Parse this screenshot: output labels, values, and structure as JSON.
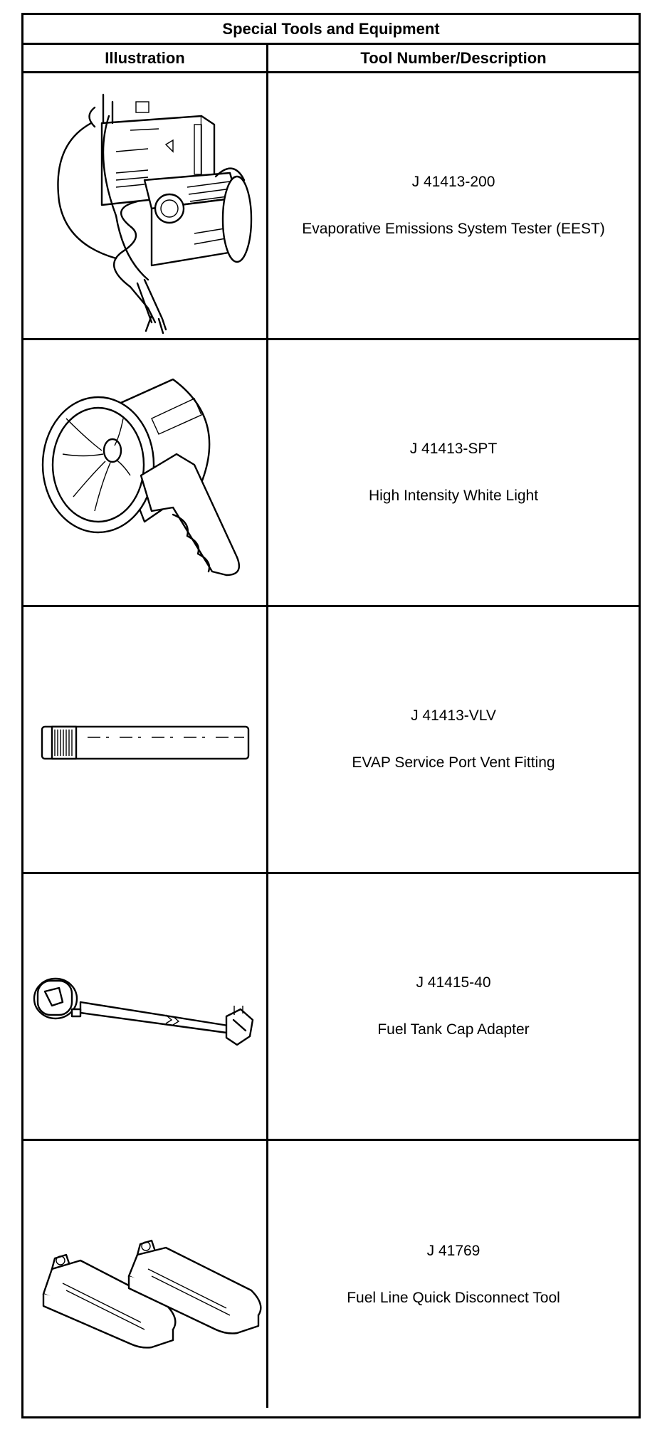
{
  "table": {
    "title": "Special Tools and Equipment",
    "headers": {
      "illustration": "Illustration",
      "description": "Tool Number/Description"
    },
    "rows": [
      {
        "number": "J 41413-200",
        "description": "Evaporative Emissions System Tester (EEST)",
        "icon": "evap-tester-icon"
      },
      {
        "number": "J 41413-SPT",
        "description": "High Intensity White Light",
        "icon": "white-light-icon"
      },
      {
        "number": "J 41413-VLV",
        "description": "EVAP Service Port Vent Fitting",
        "icon": "vent-fitting-icon"
      },
      {
        "number": "J 41415-40",
        "description": "Fuel Tank Cap Adapter",
        "icon": "cap-adapter-icon"
      },
      {
        "number": "J 41769",
        "description": "Fuel Line Quick Disconnect Tool",
        "icon": "quick-disconnect-icon"
      }
    ]
  }
}
